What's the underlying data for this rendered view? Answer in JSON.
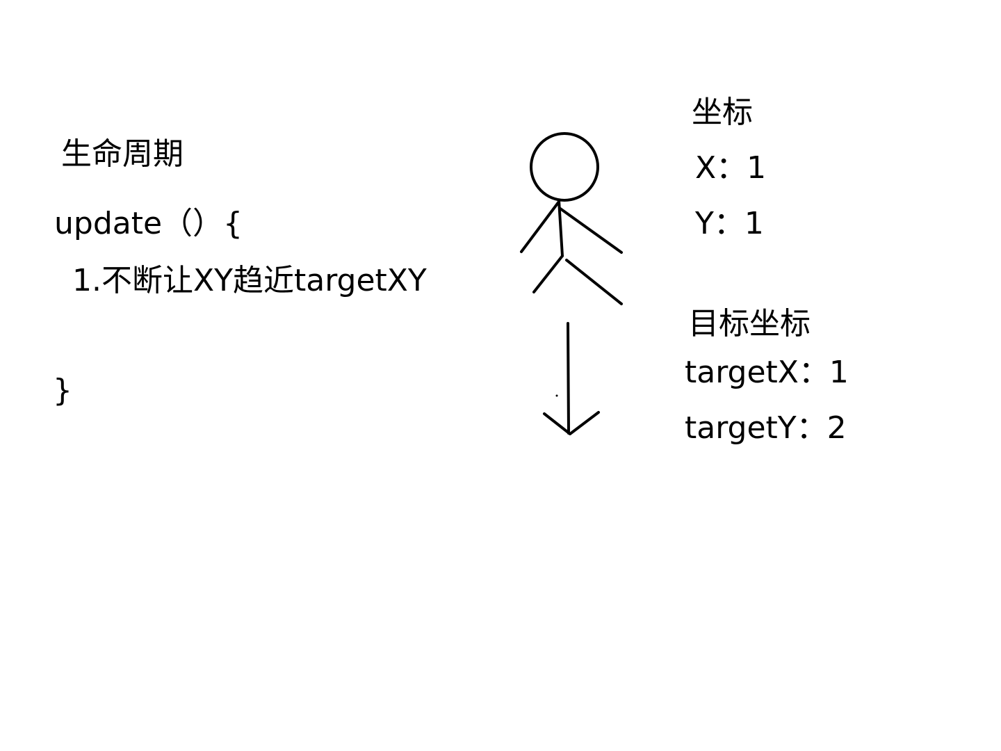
{
  "code": {
    "title": "生命周期",
    "signature": "update（）{",
    "step": "1.不断让XY趋近targetXY",
    "closing": "}"
  },
  "coords": {
    "title": "坐标",
    "x": "X：1",
    "y": "Y：1"
  },
  "target": {
    "title": "目标坐标",
    "x": "targetX：1",
    "y": "targetY：2"
  }
}
